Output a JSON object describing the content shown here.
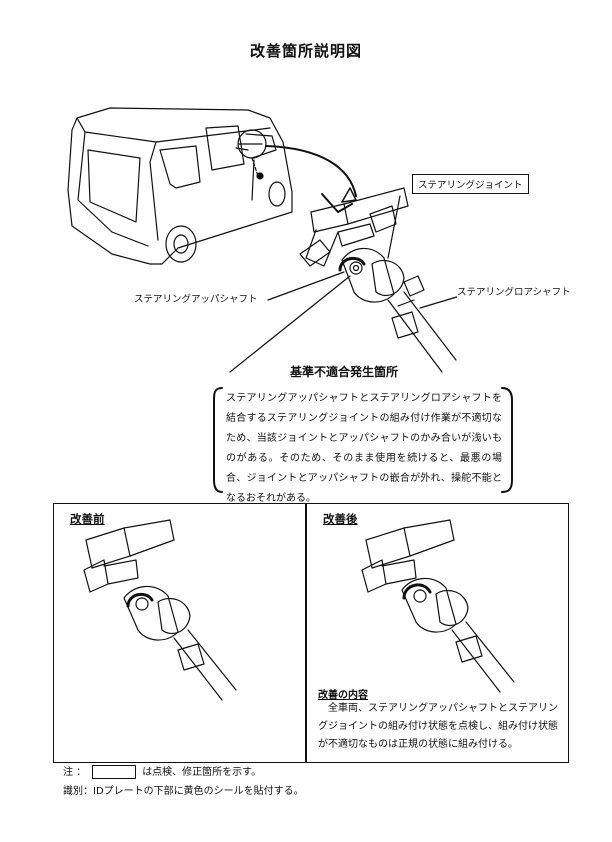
{
  "page": {
    "title": "改善箇所説明図",
    "labels": {
      "steering_joint": "ステアリングジョイント",
      "upper_shaft": "ステアリングアッパシャフト",
      "lower_shaft": "ステアリングロアシャフト"
    },
    "defect": {
      "title": "基準不適合発生箇所",
      "description": "ステアリングアッパシャフトとステアリングロアシャフトを結合するステアリングジョイントの組み付け作業が不適切なため、当該ジョイントとアッパシャフトのかみ合いが浅いものがある。そのため、そのまま使用を続けると、最悪の場合、ジョイントとアッパシャフトの嵌合が外れ、操舵不能となるおそれがある。"
    },
    "before": {
      "title": "改善前"
    },
    "after": {
      "title": "改善後",
      "content_title": "改善の内容",
      "content_text": "全車両、ステアリングアッパシャフトとステアリングジョイントの組み付け状態を点検し、組み付け状態が不適切なものは正規の状態に組み付ける。"
    },
    "notes": {
      "note_prefix": "注 ：",
      "note_suffix": "は点検、修正箇所を示す。",
      "identification": "識別：IDプレートの下部に黄色のシールを貼付する。"
    }
  }
}
